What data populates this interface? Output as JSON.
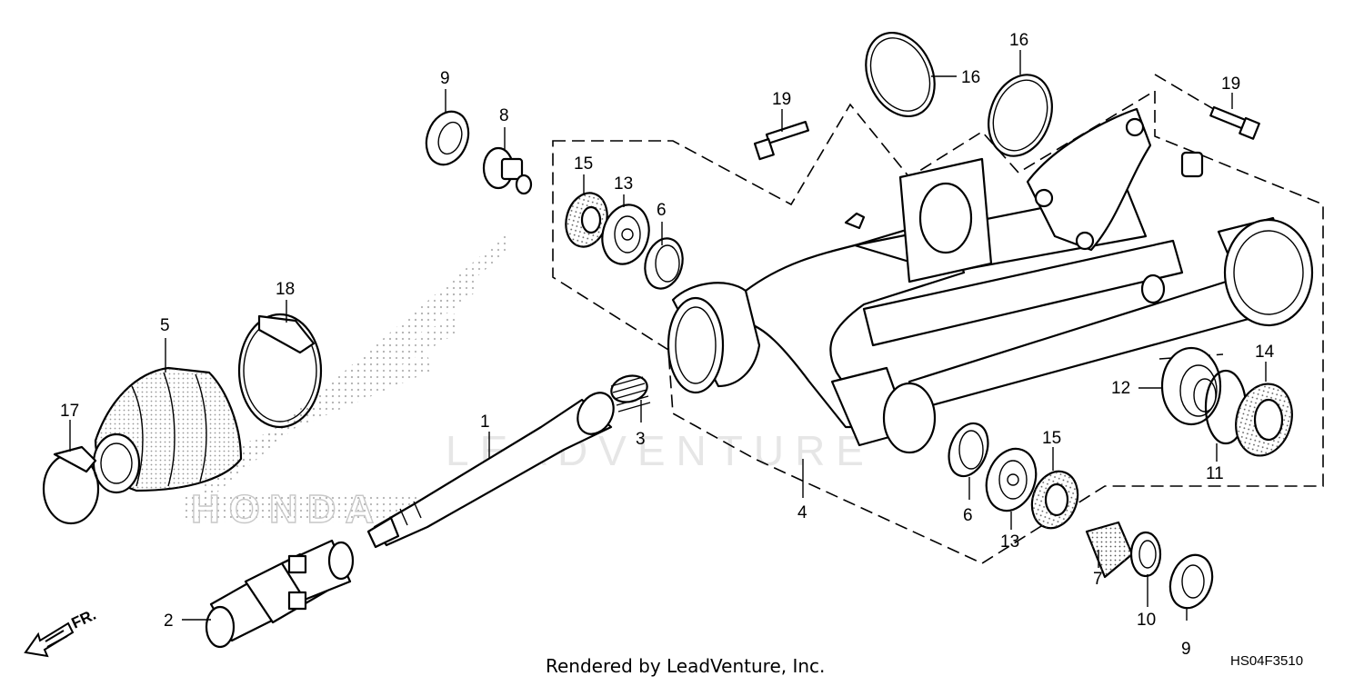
{
  "diagram": {
    "footer": "Rendered by LeadVenture, Inc.",
    "ref_code": "HS04F3510",
    "direction": "FR.",
    "watermark_brand": "LEADVENTURE",
    "watermark_logo": "HONDA",
    "callouts": [
      "1",
      "2",
      "3",
      "4",
      "5",
      "6",
      "6",
      "7",
      "8",
      "9",
      "9",
      "10",
      "11",
      "12",
      "13",
      "13",
      "14",
      "15",
      "15",
      "16",
      "16",
      "17",
      "18",
      "19",
      "19"
    ]
  }
}
